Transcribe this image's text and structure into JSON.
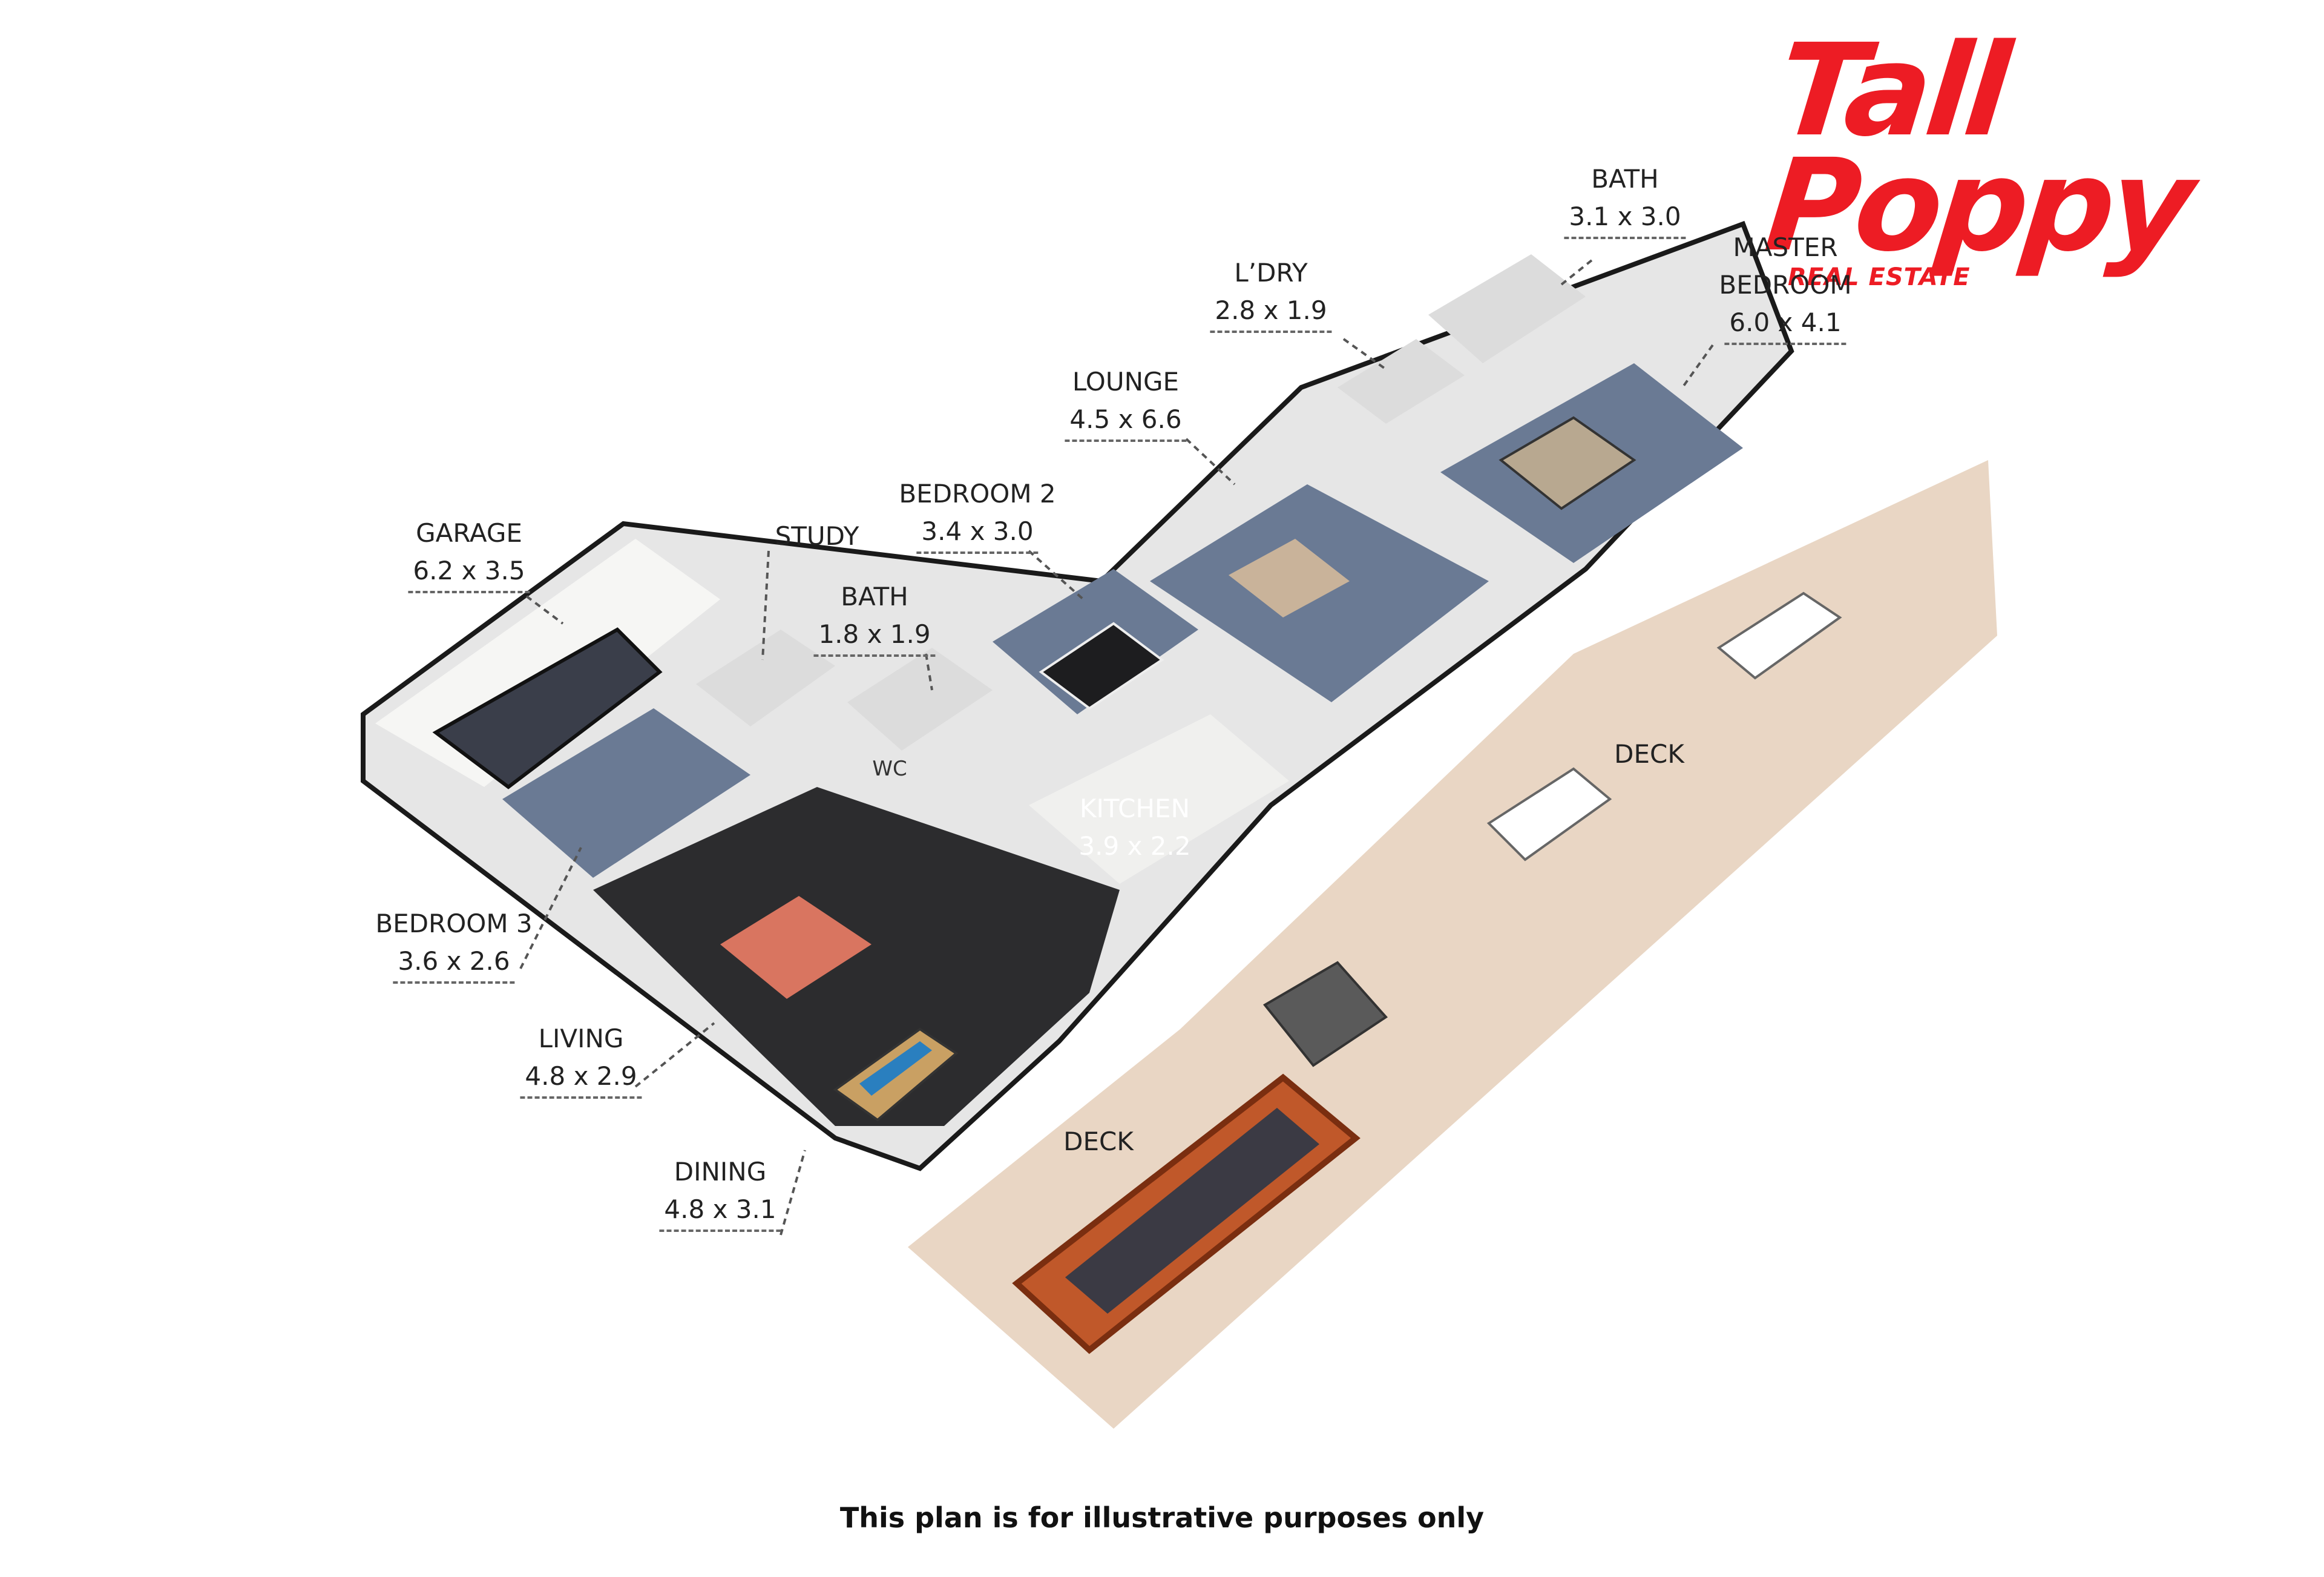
{
  "logo": {
    "brand": "Tall Poppy",
    "subtitle": "REAL ESTATE"
  },
  "rooms": {
    "garage": {
      "name": "GARAGE",
      "dims": "6.2 x 3.5"
    },
    "study": {
      "name": "STUDY",
      "dims": ""
    },
    "bath1": {
      "name": "BATH",
      "dims": "1.8 x 1.9"
    },
    "bedroom2": {
      "name": "BEDROOM 2",
      "dims": "3.4 x 3.0"
    },
    "lounge": {
      "name": "LOUNGE",
      "dims": "4.5 x 6.6"
    },
    "laundry": {
      "name": "L’DRY",
      "dims": "2.8 x 1.9"
    },
    "bath2": {
      "name": "BATH",
      "dims": "3.1 x 3.0"
    },
    "master": {
      "name": "MASTER",
      "name2": "BEDROOM",
      "dims": "6.0 x 4.1"
    },
    "bedroom3": {
      "name": "BEDROOM 3",
      "dims": "3.6 x 2.6"
    },
    "living": {
      "name": "LIVING",
      "dims": "4.8 x 2.9"
    },
    "dining": {
      "name": "DINING",
      "dims": "4.8 x 3.1"
    },
    "kitchen": {
      "name": "KITCHEN",
      "dims": "3.9 x 2.2"
    },
    "wc": {
      "name": "WC"
    },
    "deck1": {
      "name": "DECK"
    },
    "deck2": {
      "name": "DECK"
    }
  },
  "disclaimer": "This plan is for illustrative purposes only",
  "colors": {
    "brand_red": "#ed1c24",
    "deck": "#e9d6c4",
    "floor_dark": "#2c2c2e",
    "floor_carpet": "#6a7a94",
    "wall": "#f4f4f4",
    "glass": "#3d6b6b"
  }
}
